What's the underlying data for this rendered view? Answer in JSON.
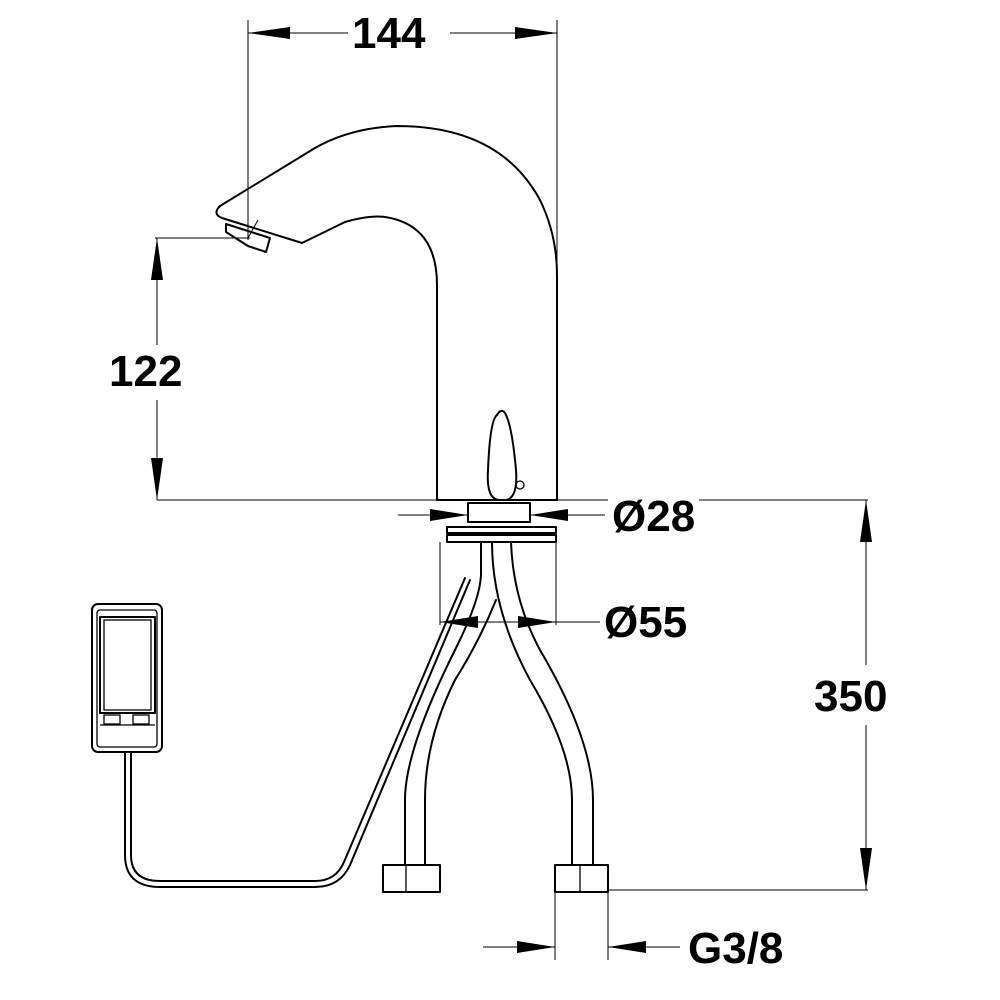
{
  "drawing": {
    "colors": {
      "line": "#000000",
      "background": "#ffffff"
    },
    "dimensions": {
      "spout_reach": "144",
      "spout_height": "122",
      "upper_diameter": "Ø28",
      "base_diameter": "Ø55",
      "hose_length": "350",
      "connection_thread": "G3/8"
    }
  }
}
